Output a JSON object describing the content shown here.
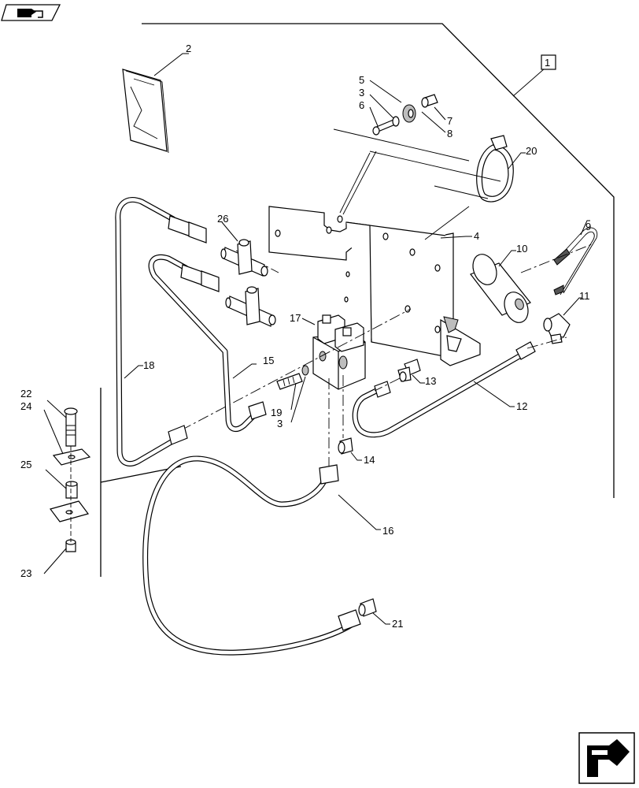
{
  "reference_box": "1",
  "callouts": {
    "c1": "1",
    "c2": "2",
    "c3a": "3",
    "c3b": "3",
    "c4": "4",
    "c5": "5",
    "c6": "6",
    "c7": "7",
    "c8": "8",
    "c9": "9",
    "c10": "10",
    "c11": "11",
    "c12": "12",
    "c13": "13",
    "c14": "14",
    "c15": "15",
    "c16": "16",
    "c17": "17",
    "c18": "18",
    "c19": "19",
    "c20": "20",
    "c21": "21",
    "c22": "22",
    "c23": "23",
    "c24": "24",
    "c25": "25",
    "c26": "26"
  },
  "icons": {
    "top_left": "assembly-view-icon",
    "bottom_right": "next-page-arrow-icon"
  }
}
